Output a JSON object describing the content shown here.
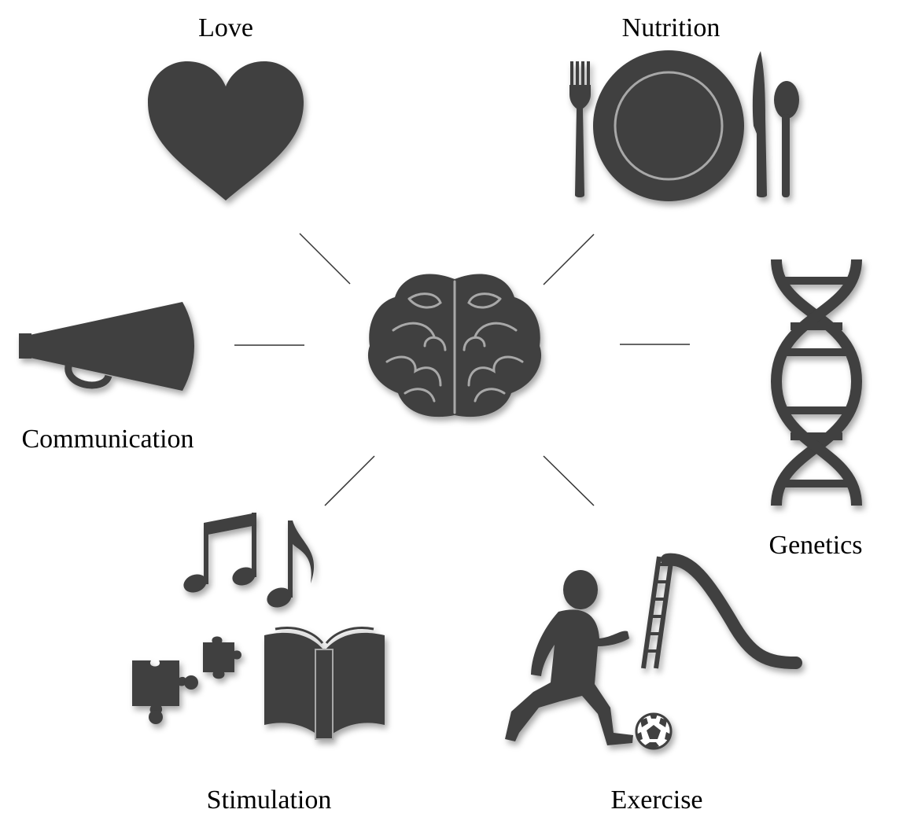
{
  "center": {
    "icon": "brain-icon"
  },
  "nodes": [
    {
      "id": "love",
      "label": "Love",
      "icon": "heart-icon"
    },
    {
      "id": "nutrition",
      "label": "Nutrition",
      "icon": "plate-and-cutlery-icon"
    },
    {
      "id": "communication",
      "label": "Communication",
      "icon": "megaphone-icon"
    },
    {
      "id": "genetics",
      "label": "Genetics",
      "icon": "dna-helix-icon"
    },
    {
      "id": "stimulation",
      "label": "Stimulation",
      "icon": "music-puzzle-book-icon"
    },
    {
      "id": "exercise",
      "label": "Exercise",
      "icon": "running-child-slide-ball-icon"
    }
  ],
  "colors": {
    "icon": "#3f3f3f",
    "icon_highlight": "#a8a8a8",
    "line": "#333333",
    "text": "#000000"
  }
}
